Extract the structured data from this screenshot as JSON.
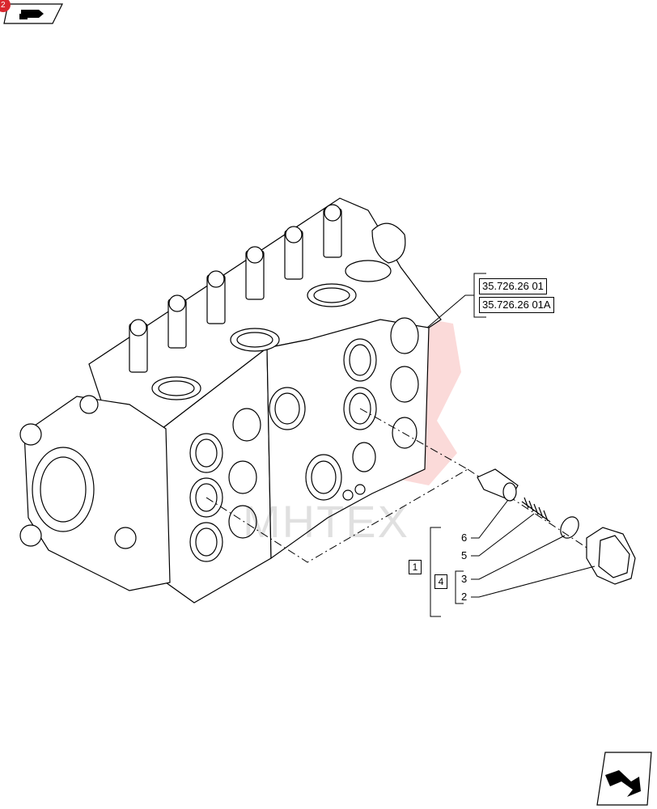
{
  "header": {
    "nav_badge": "2",
    "nav_icon": "next-page-arrow-icon"
  },
  "references": [
    {
      "label": "35.726.26 01"
    },
    {
      "label": "35.726.26 01A"
    }
  ],
  "callouts": {
    "assembly_main": "1",
    "assembly_sub": "4",
    "items": [
      "6",
      "5",
      "3",
      "2"
    ]
  },
  "watermark": "MHTEX",
  "footer": {
    "nav_icon": "next-page-arrow-icon"
  },
  "colors": {
    "line": "#000000",
    "watermark_red": "#e8322f",
    "badge_red": "#d9272e"
  }
}
